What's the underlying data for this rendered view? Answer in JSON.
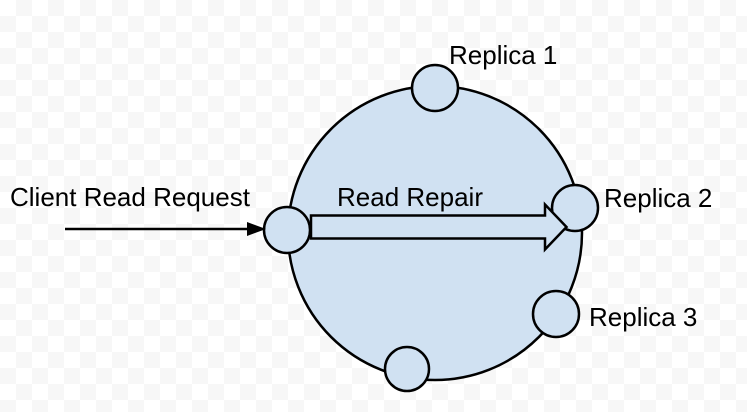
{
  "page": {
    "background": {
      "checker_light": "#ffffff",
      "checker_dark": "#f7f7f7"
    }
  },
  "diagram": {
    "colors": {
      "shape_fill": "#d0e1f2",
      "shape_stroke": "#000000",
      "text_color": "#000000"
    },
    "labels": {
      "client_read_request": "Client Read Request",
      "read_repair": "Read Repair",
      "replica_1": "Replica 1",
      "replica_2": "Replica 2",
      "replica_3": "Replica 3"
    },
    "nodes": [
      {
        "id": "replica-1",
        "label": "Replica 1"
      },
      {
        "id": "replica-2",
        "label": "Replica 2"
      },
      {
        "id": "replica-3",
        "label": "Replica 3"
      },
      {
        "id": "coordinator",
        "label": ""
      },
      {
        "id": "bottom",
        "label": ""
      }
    ]
  }
}
